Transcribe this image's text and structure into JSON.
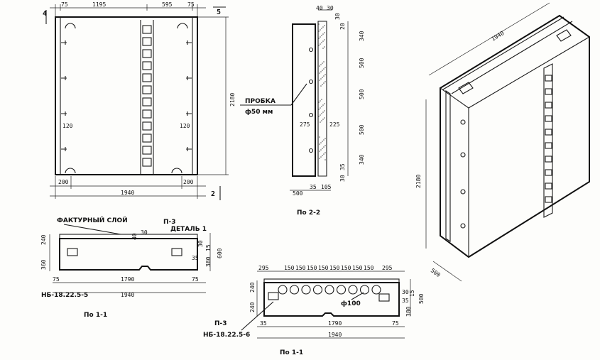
{
  "elevation": {
    "top_dims": [
      "75",
      "1195",
      "595",
      "75"
    ],
    "left_top_mark": "4",
    "right_mark": "5",
    "height_dim": "2180",
    "label_120_a": "120",
    "label_120_b": "120",
    "bottom_dims": [
      "200",
      "1940",
      "200"
    ],
    "bottom_mark": "2"
  },
  "section22": {
    "top_dims": [
      "40",
      "30"
    ],
    "right_top": "30",
    "right_top_sub": "20",
    "right_dims": [
      "340",
      "500",
      "500",
      "500",
      "340"
    ],
    "plug_label": "ПРОБКА",
    "plug_size": "ф50 мм",
    "dim_275": "275",
    "dim_225": "225",
    "dim_30": "30",
    "dim_35": "35",
    "bottom_dims": [
      "500",
      "35",
      "105"
    ],
    "caption": "По 2-2"
  },
  "section11a": {
    "layer_label": "ФАКТУРНЫЙ СЛОЙ",
    "part_label": "П-3",
    "detail_label": "ДЕТАЛЬ 1",
    "left_dims": [
      "240",
      "360"
    ],
    "mid_dims": [
      "40",
      "30"
    ],
    "right_dims": [
      "30",
      "35",
      "380",
      "15",
      "600"
    ],
    "bottom_dims": [
      "75",
      "1790",
      "75"
    ],
    "total": "1940",
    "mark": "НБ-18.22.5-5",
    "caption": "По 1-1"
  },
  "section11b": {
    "top_dims": [
      "295",
      "150",
      "150",
      "150",
      "150",
      "150",
      "150",
      "150",
      "150",
      "295"
    ],
    "left_dims": [
      "240",
      "240"
    ],
    "right_dims": [
      "30",
      "35",
      "380",
      "15",
      "500"
    ],
    "hole_label": "ф100",
    "part_label": "П-3",
    "bottom_dims": [
      "35",
      "1790",
      "75"
    ],
    "total": "1940",
    "mark": "НБ-18.22.5-6",
    "caption": "По 1-1"
  },
  "iso": {
    "length": "1940",
    "height": "2180",
    "depth": "500"
  }
}
